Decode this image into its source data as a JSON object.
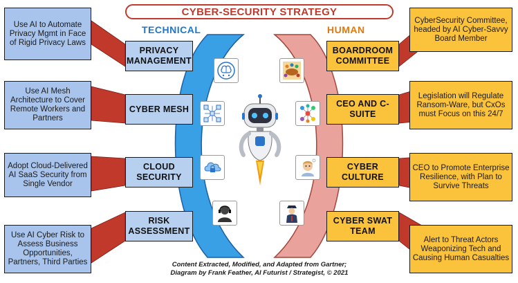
{
  "title": "CYBER-SECURITY STRATEGY",
  "sides": {
    "technical": "TECHNICAL",
    "human": "HUMAN"
  },
  "technical": [
    {
      "label": "PRIVACY MANAGEMENT",
      "note": "Use AI to Automate Privacy Mgmt in Face of Rigid Privacy Laws",
      "icon": "ai-brain-icon"
    },
    {
      "label": "CYBER MESH",
      "note": "Use AI Mesh Architecture to Cover Remote Workers and Partners",
      "icon": "network-mesh-icon"
    },
    {
      "label": "CLOUD SECURITY",
      "note": "Adopt Cloud-Delivered AI SaaS Security from Single Vendor",
      "icon": "cloud-lock-icon"
    },
    {
      "label": "RISK ASSESSMENT",
      "note": "Use AI Cyber Risk to Assess Business Opportunities, Partners, Third Parties",
      "icon": "analyst-headset-icon"
    }
  ],
  "human": [
    {
      "label": "BOARDROOM COMMITTEE",
      "note": "CyberSecurity Committee, headed by AI Cyber-Savvy Board Member",
      "icon": "boardroom-meeting-icon"
    },
    {
      "label": "CEO and C-SUITE",
      "note": "Legislation will Regulate Ransom-Ware, but CxOs must Focus on this 24/7",
      "icon": "team-network-icon"
    },
    {
      "label": "CYBER CULTURE",
      "note": "CEO to Promote Enterprise Resilience, with Plan to Survive Threats",
      "icon": "thinking-person-icon"
    },
    {
      "label": "CYBER SWAT TEAM",
      "note": "Alert to Threat Actors Weaponizing Tech and Causing Human Casualties",
      "icon": "security-officer-icon"
    }
  ],
  "credit": {
    "line1": "Content Extracted, Modified, and Adapted from Gartner;",
    "line2": "Diagram by Frank Feather, AI Futurist / Strategist, © 2021"
  },
  "colors": {
    "title": "#c0392b",
    "technical_text": "#1e77c9",
    "technical_arc": "#3aa0e6",
    "technical_note": "#a8c4ec",
    "technical_box": "#b8d0ef",
    "human_text": "#e07a10",
    "human_arc": "#e9a39c",
    "human_box": "#fbc23c",
    "arrow": "#c0392b"
  }
}
